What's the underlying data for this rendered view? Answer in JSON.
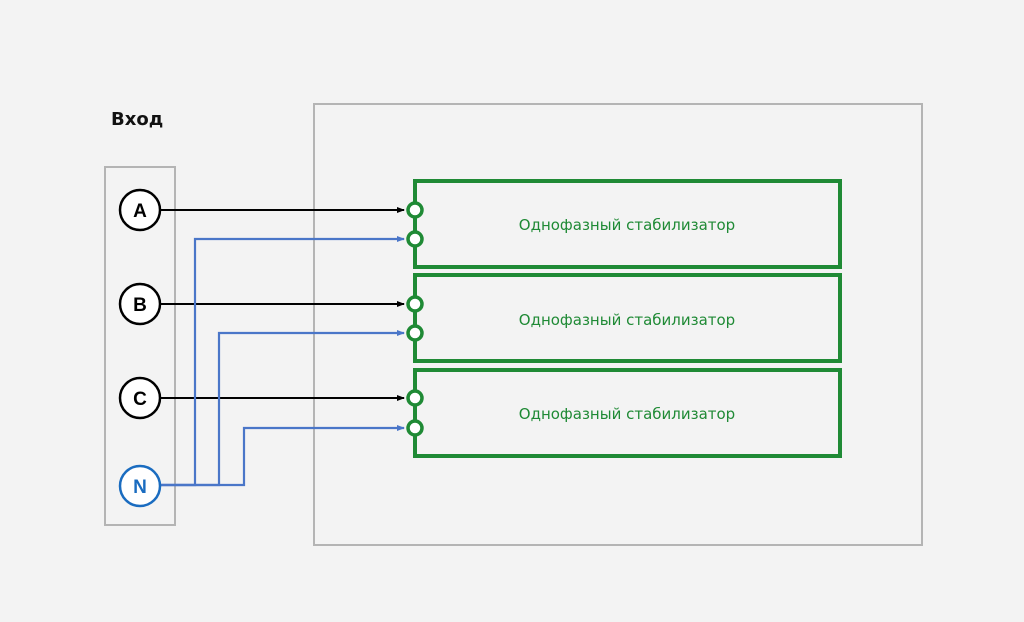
{
  "input_label": "Вход",
  "terminals": [
    {
      "label": "A",
      "kind": "phase"
    },
    {
      "label": "B",
      "kind": "phase"
    },
    {
      "label": "C",
      "kind": "phase"
    },
    {
      "label": "N",
      "kind": "neutral"
    }
  ],
  "stabilizers": [
    {
      "label": "Однофазный стабилизатор"
    },
    {
      "label": "Однофазный стабилизатор"
    },
    {
      "label": "Однофазный стабилизатор"
    }
  ],
  "colors": {
    "background": "#f3f3f3",
    "frame": "#b4b4b4",
    "phase_wire": "#000000",
    "neutral_wire": "#4a76c8",
    "neutral_terminal": "#1a6cc0",
    "stabilizer": "#1f8a35"
  }
}
